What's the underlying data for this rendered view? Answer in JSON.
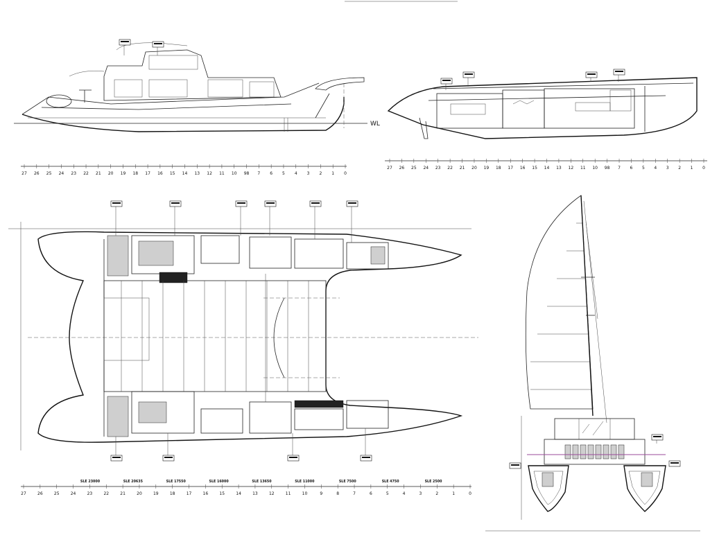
{
  "drawing": {
    "waterline_label": "WL",
    "profile_stations": [
      "27",
      "26",
      "25",
      "24",
      "23",
      "22",
      "21",
      "20",
      "19",
      "18",
      "17",
      "16",
      "15",
      "14",
      "13",
      "12",
      "11",
      "10",
      "98",
      "7",
      "6",
      "5",
      "4",
      "3",
      "2",
      "1",
      "0"
    ],
    "section_stations": [
      "27",
      "26",
      "25",
      "24",
      "23",
      "22",
      "21",
      "20",
      "19",
      "18",
      "17",
      "16",
      "15",
      "14",
      "13",
      "12",
      "11",
      "10",
      "98",
      "7",
      "6",
      "5",
      "4",
      "3",
      "2",
      "1",
      "0"
    ],
    "plan_stations": [
      "27",
      "26",
      "25",
      "24",
      "23",
      "22",
      "21",
      "20",
      "19",
      "18",
      "17",
      "16",
      "15",
      "14",
      "13",
      "12",
      "11",
      "10",
      "9",
      "8",
      "7",
      "6",
      "5",
      "4",
      "3",
      "2",
      "1",
      "0"
    ],
    "frame_labels": [
      "SLE 23000",
      "SLE 20635",
      "SLE 17550",
      "SLE 16000",
      "SLE 13650",
      "SLE 11000",
      "SLE 7500",
      "SLE 4750",
      "SLE 2500"
    ],
    "colors": {
      "line": "#222222",
      "hatch": "#cfcfcf",
      "paper": "#ffffff",
      "deck_accent": "#9a4a9a"
    }
  }
}
